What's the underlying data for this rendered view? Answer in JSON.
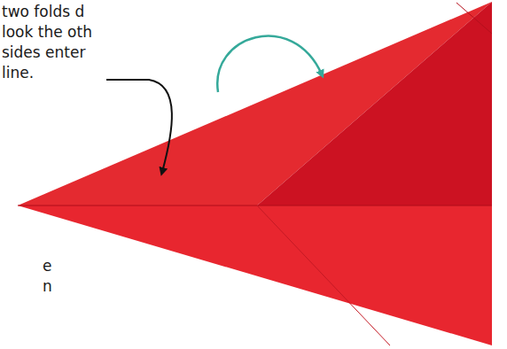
{
  "diagram": {
    "labels": [
      "two folds d look the oth sides enter line.",
      "e",
      "n"
    ]
  }
}
